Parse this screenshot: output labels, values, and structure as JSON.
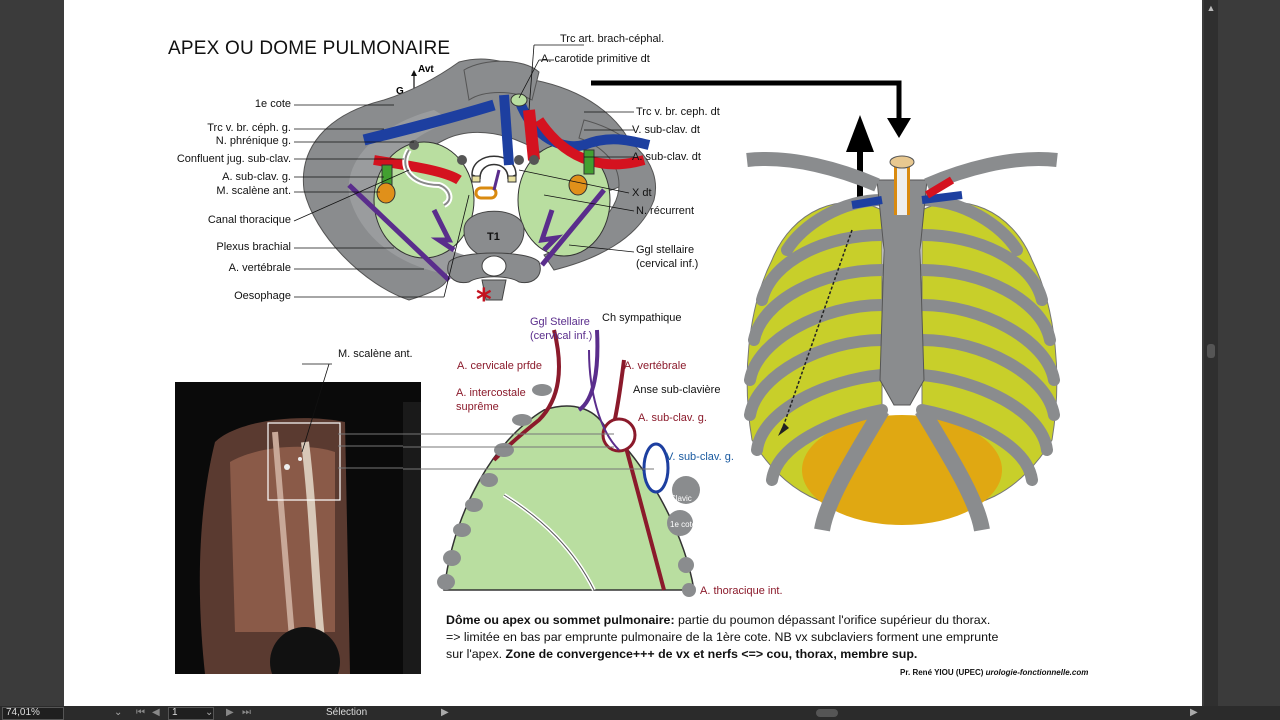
{
  "title": "APEX OU DOME PULMONAIRE",
  "orient": {
    "anterior": "Avt",
    "left": "G"
  },
  "vertebra_label": "T1",
  "top_left_labels": [
    "1e cote",
    "Trc v. br. céph. g.",
    "N. phrénique g.",
    "Confluent jug. sub-clav.",
    "A. sub-clav. g.",
    "M. scalène ant.",
    "Canal thoracique",
    "Plexus brachial",
    "A. vertébrale",
    "Oesophage"
  ],
  "top_right_labels": {
    "trc_art": "Trc art. brach-céphal.",
    "carotide": "A. carotide primitive dt",
    "trc_v_dt": "Trc v. br. ceph. dt",
    "v_subclav_dt": "V. sub-clav. dt",
    "a_subclav_dt": "A. sub-clav. dt",
    "x_dt": "X dt",
    "n_recurrent": "N. récurrent",
    "ggl_stellaire_1": "Ggl stellaire",
    "ggl_stellaire_2": "(cervical inf.)"
  },
  "lower_labels": {
    "scalene": "M. scalène ant.",
    "ggl_stellaire_1": "Ggl Stellaire",
    "ggl_stellaire_2": "(cervical inf.)",
    "ch_sympathique": "Ch sympathique",
    "a_cervicale": "A. cervicale prfde",
    "a_vertebrale": "A. vertébrale",
    "a_intercostale_1": "A. intercostale",
    "a_intercostale_2": "suprême",
    "anse": "Anse sub-clavière",
    "a_subclav_g": "A. sub-clav. g.",
    "v_subclav_g": "V. sub-clav. g.",
    "clavic": "Clavic",
    "cote1": "1e cote",
    "a_thoracique": "A. thoracique int."
  },
  "paragraph": {
    "bold1": "Dôme ou apex ou sommet pulmonaire:",
    "text1": " partie du poumon dépassant l'orifice supérieur du thorax.",
    "line2": "=> limitée en bas par emprunte pulmonaire de la 1ère cote. NB vx subclaviers forment une emprunte",
    "line3a": "sur l'apex. ",
    "bold2": "Zone de convergence+++ de vx et nerfs <=> cou, thorax, membre sup."
  },
  "credit": {
    "author": "Pr. René YIOU (UPEC) ",
    "site": "urologie-fonctionnelle.com"
  },
  "statusbar": {
    "zoom": "74,01%",
    "page": "1",
    "tool": "Sélection"
  },
  "colors": {
    "bone": "#8a8c8e",
    "lung": "#b9dea0",
    "artery": "#d4121f",
    "vein": "#1d3fa0",
    "nerve_purple": "#5a2d8c",
    "chest_lung": "#c8cf2a",
    "diaphragm": "#e0a812",
    "label_red": "#8b1a2b"
  }
}
